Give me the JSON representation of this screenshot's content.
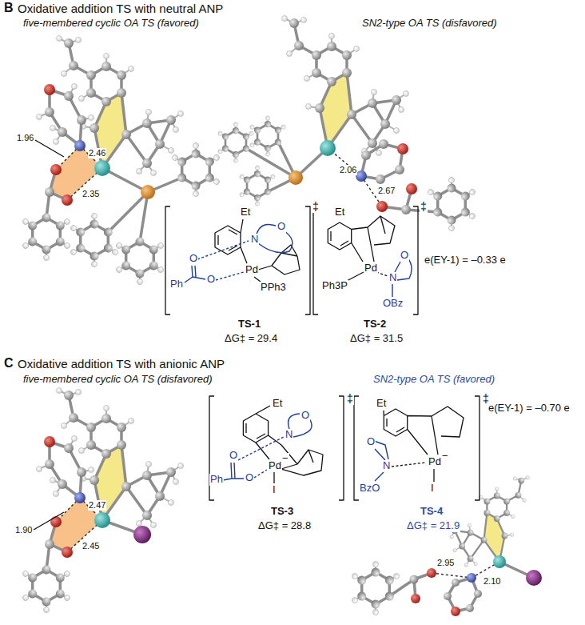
{
  "diagram": {
    "labels": [
      "B",
      "Oxidative addition TS with neutral ANP",
      "five-membered cyclic OA TS (favored)",
      "SN2-type OA TS (disfavored)",
      "1.96",
      "2.46",
      "2.35",
      "2.06",
      "2.67",
      "Et",
      "N",
      "O",
      "O",
      "O",
      "Ph",
      "Pd",
      "PPh3",
      "‡",
      "TS-1",
      "ΔG‡ = 29.4",
      "Et",
      "Pd",
      "Ph3P",
      "N",
      "O",
      "OBz",
      "‡",
      "TS-2",
      "ΔG‡ = 31.5",
      "e(EY-1) = –0.33 e",
      "C",
      "Oxidative addition TS with anionic ANP",
      "five-membered cyclic OA TS (disfavored)",
      "SN2-type OA TS (favored)",
      "1.90",
      "2.47",
      "2.45",
      "Et",
      "O",
      "N",
      "Pd",
      "−",
      "I",
      "O",
      "O",
      "Ph",
      "‡",
      "TS-3",
      "ΔG‡ = 28.8",
      "Et",
      "O",
      "N",
      "BzO",
      "Pd",
      "−",
      "I",
      "‡",
      "TS-4",
      "ΔG‡ = 21.9",
      "e(EY-1) = –0.70 e",
      "2.95",
      "2.10"
    ]
  }
}
